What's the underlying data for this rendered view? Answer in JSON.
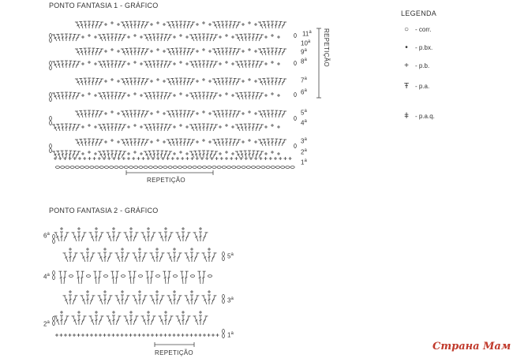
{
  "chart1": {
    "title": "PONTO FANTASIA 1 - GRÁFICO",
    "rows": [
      {
        "n": "11",
        "sup": "a"
      },
      {
        "n": "10",
        "sup": "a"
      },
      {
        "n": "9",
        "sup": "a"
      },
      {
        "n": "8",
        "sup": "a"
      },
      {
        "n": "7",
        "sup": "a"
      },
      {
        "n": "6",
        "sup": "a"
      },
      {
        "n": "5",
        "sup": "a"
      },
      {
        "n": "4",
        "sup": "a"
      },
      {
        "n": "3",
        "sup": "a"
      },
      {
        "n": "2",
        "sup": "a"
      },
      {
        "n": "1",
        "sup": "a"
      }
    ],
    "repeat_horizontal": "REPETIÇÃO",
    "repeat_vertical": "REPETIÇÃO"
  },
  "legend": {
    "title": "LEGENDA",
    "items": [
      {
        "symbol": "○",
        "label": "- corr."
      },
      {
        "symbol": "•",
        "label": "- p.bx."
      },
      {
        "symbol": "+",
        "label": "- p.b."
      },
      {
        "symbol": "Ŧ",
        "label": "- p.a."
      },
      {
        "symbol": "ǂ",
        "label": "- p.a.q."
      }
    ]
  },
  "chart2": {
    "title": "PONTO FANTASIA 2 - GRÁFICO",
    "rows_left": [
      {
        "n": "6",
        "sup": "a"
      },
      {
        "n": "4",
        "sup": "a"
      },
      {
        "n": "2",
        "sup": "a"
      }
    ],
    "rows_right": [
      {
        "n": "5",
        "sup": "a"
      },
      {
        "n": "3",
        "sup": "a"
      },
      {
        "n": "1",
        "sup": "a"
      }
    ],
    "repeat_horizontal": "REPETIÇÃO"
  },
  "watermark": "Страна Мам"
}
